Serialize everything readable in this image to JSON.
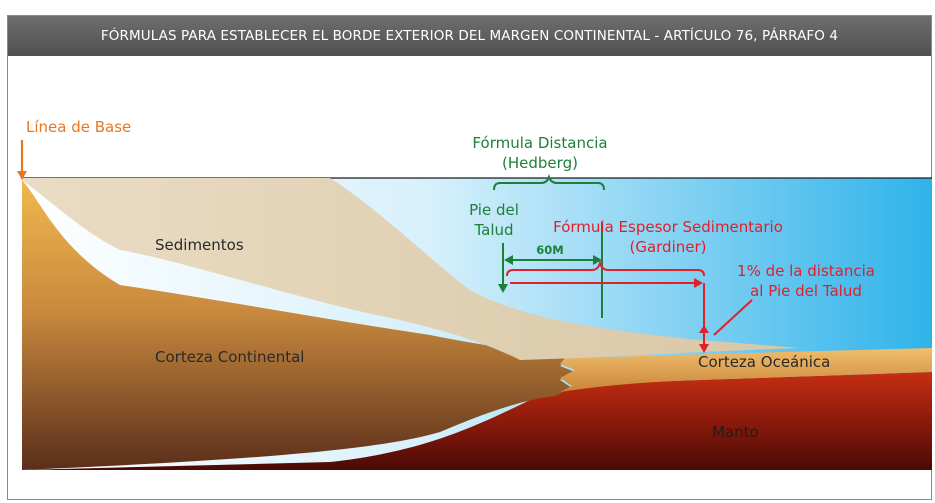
{
  "title": "FÓRMULAS PARA ESTABLECER EL BORDE EXTERIOR DEL MARGEN CONTINENTAL - ARTÍCULO 76, PÁRRAFO 4",
  "labels": {
    "baseline": "Línea de Base",
    "distance_formula_line1": "Fórmula Distancia",
    "distance_formula_line2": "(Hedberg)",
    "foot_of_slope_line1": "Pie del",
    "foot_of_slope_line2": "Talud",
    "sediment_formula_line1": "Fórmula Espesor Sedimentario",
    "sediment_formula_line2": "(Gardiner)",
    "distance_60m": "60M",
    "percent_line1": "1% de la distancia",
    "percent_line2": "al Pie del Talud",
    "sediments": "Sedimentos",
    "continental_crust": "Corteza Continental",
    "oceanic_crust": "Corteza Oceánica",
    "mantle": "Manto"
  },
  "colors": {
    "titlebar": "#5a5a5a",
    "baseline_arrow": "#e87722",
    "hedberg_green": "#1e7f3a",
    "gardiner_red": "#e0202a",
    "sea": "#6fcbef",
    "sediments": "#e6d8bf",
    "continental_crust": "#d9993f",
    "mantle": "#9e1e10"
  }
}
